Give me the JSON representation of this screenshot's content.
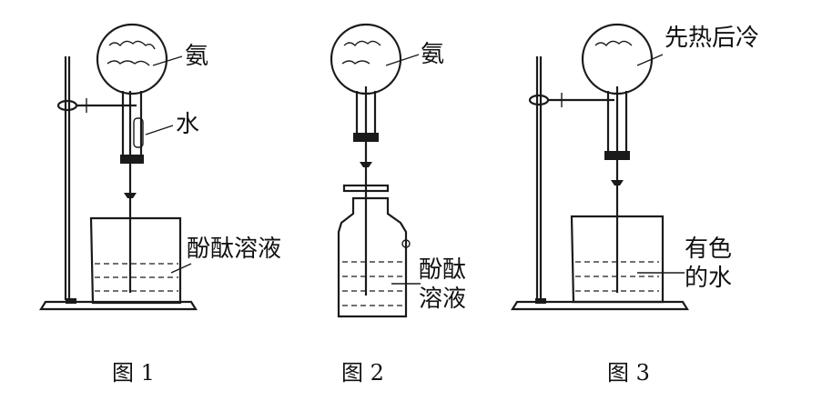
{
  "figures": [
    {
      "caption": "图 1",
      "labels": {
        "flask_gas": "氨",
        "dropper": "水",
        "beaker": "酚酞溶液"
      }
    },
    {
      "caption": "图 2",
      "labels": {
        "flask_gas": "氨",
        "bottle_line1": "酚酞",
        "bottle_line2": "溶液"
      }
    },
    {
      "caption": "图 3",
      "labels": {
        "flask_note": "先热后冷",
        "beaker_line1": "有色",
        "beaker_line2": "的水"
      }
    }
  ]
}
